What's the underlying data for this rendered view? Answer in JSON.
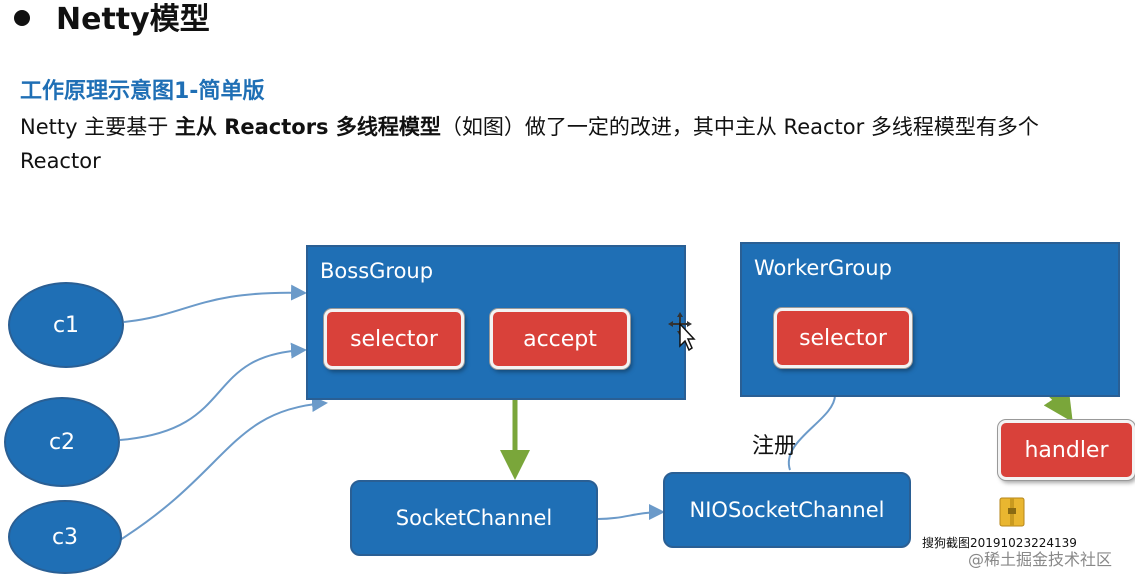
{
  "slide": {
    "title": "Netty模型",
    "subtitle": "工作原理示意图1-简单版",
    "desc": {
      "p1": "Netty 主要基于",
      "b1": "主从 Reactors 多线程模型",
      "p2": "（如图）做了一定的改进，其中主从 Reactor 多线程模型有多个 Reactor"
    }
  },
  "diagram": {
    "clients": [
      "c1",
      "c2",
      "c3"
    ],
    "boss_group": {
      "label": "BossGroup",
      "selector": "selector",
      "accept": "accept"
    },
    "worker_group": {
      "label": "WorkerGroup",
      "selector": "selector"
    },
    "handler": "handler",
    "socket_channel": "SocketChannel",
    "nio_socket_channel": "NIOSocketChannel",
    "register_label": "注册",
    "colors": {
      "blue": "#1f6fb5",
      "red": "#d9413a",
      "arrow_green": "#7aa63a"
    }
  },
  "watermarks": {
    "capture": "搜狗截图20191023224139",
    "site": "@稀土掘金技术社区"
  },
  "icons": {
    "folder": "folder-icon",
    "cursor": "move-cursor-icon"
  }
}
